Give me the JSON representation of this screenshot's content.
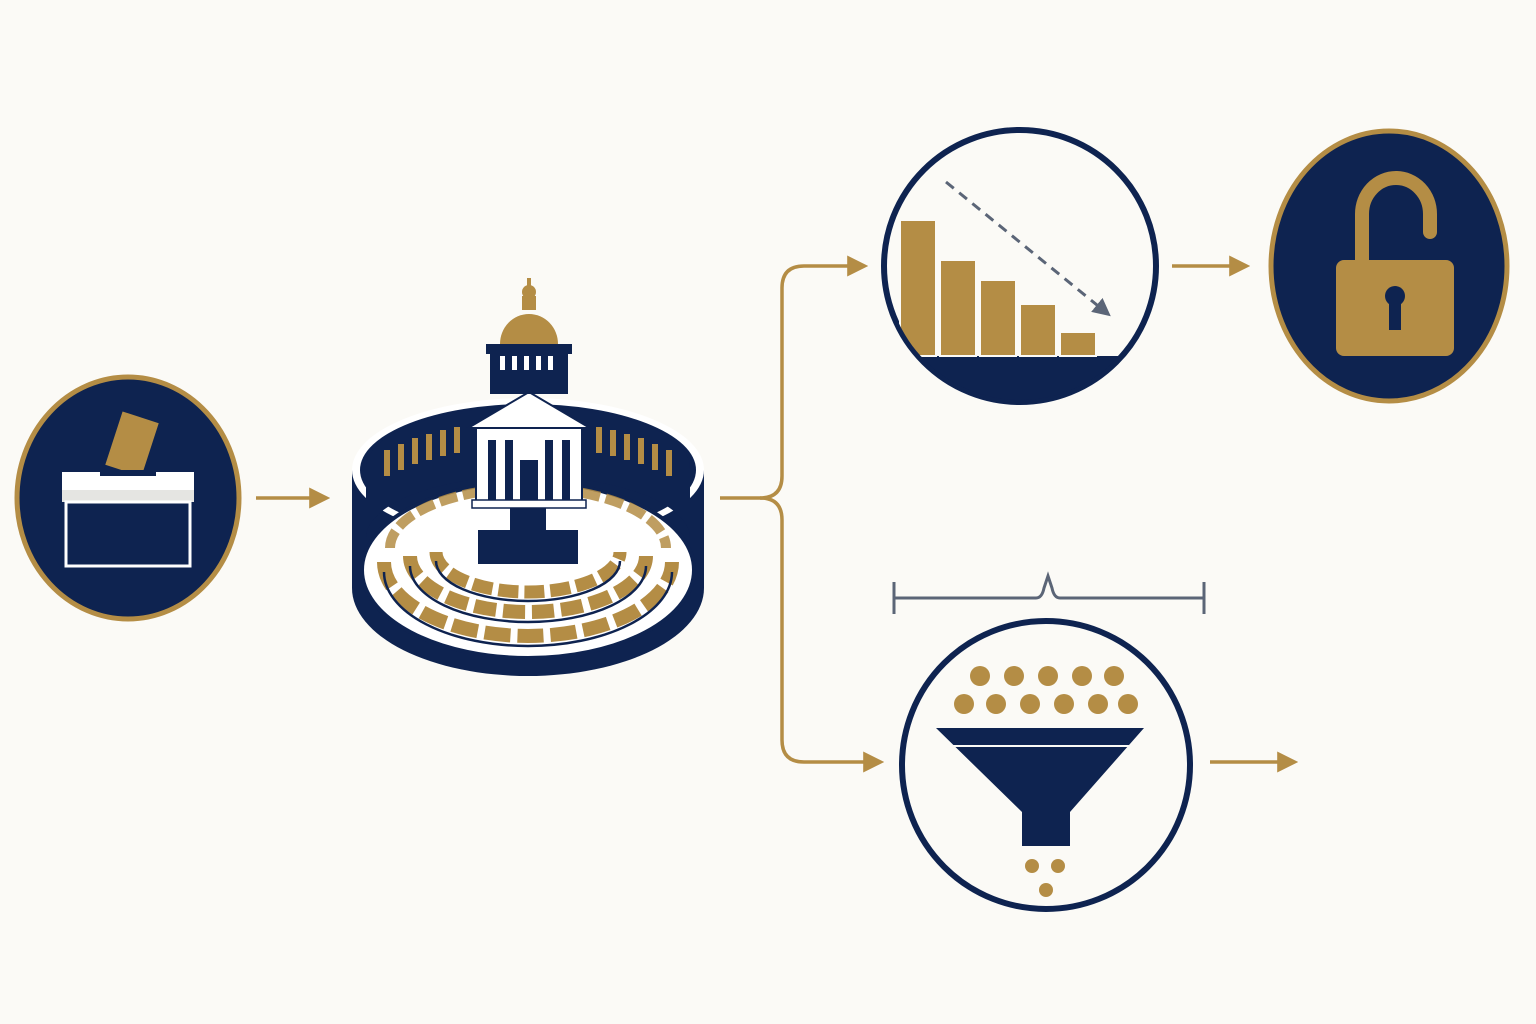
{
  "colors": {
    "background": "#fbfaf6",
    "navy": "#0e2350",
    "gold": "#b48d45",
    "white": "#ffffff",
    "gray": "#5b6577"
  },
  "nodes": [
    {
      "id": "ballot-box",
      "icon": "ballot-box-icon"
    },
    {
      "id": "parliament",
      "icon": "parliament-chamber-icon"
    },
    {
      "id": "declining-bars",
      "icon": "declining-bar-chart-icon"
    },
    {
      "id": "unlocked-padlock",
      "icon": "unlocked-padlock-icon"
    },
    {
      "id": "funnel-filter",
      "icon": "funnel-filter-icon"
    }
  ],
  "edges": [
    {
      "from": "ballot-box",
      "to": "parliament"
    },
    {
      "from": "parliament",
      "to": "declining-bars"
    },
    {
      "from": "parliament",
      "to": "funnel-filter"
    },
    {
      "from": "declining-bars",
      "to": "unlocked-padlock"
    },
    {
      "from": "funnel-filter",
      "to": "off-frame"
    }
  ]
}
